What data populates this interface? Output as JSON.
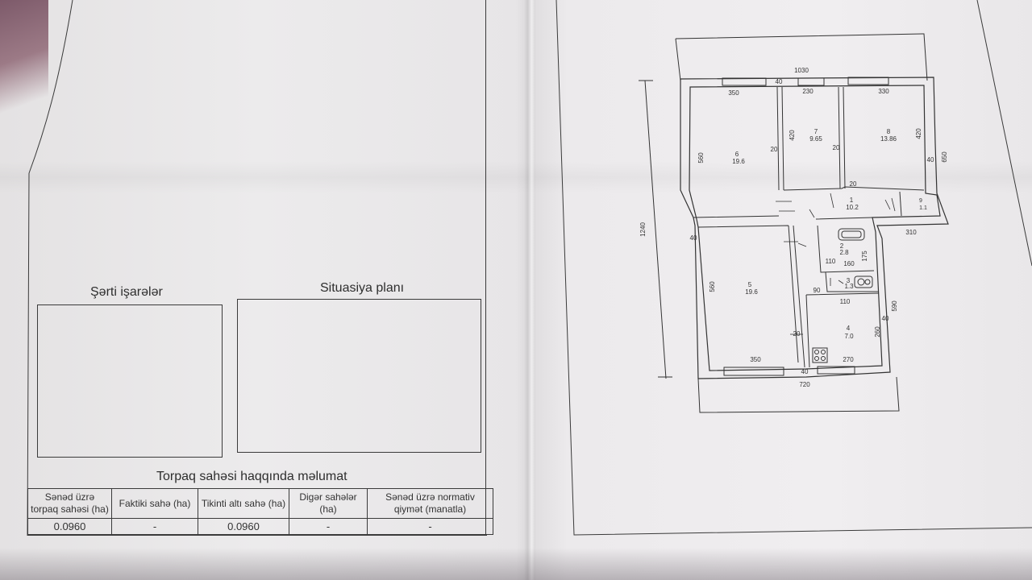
{
  "left_page": {
    "legend_title": "Şərti işarələr",
    "situation_title": "Situasiya planı",
    "land_info_title": "Torpaq sahəsi haqqında məlumat",
    "table": {
      "headers": [
        "Sənəd üzrə torpaq sahəsi (ha)",
        "Faktiki sahə (ha)",
        "Tikinti altı sahə (ha)",
        "Digər sahələr (ha)",
        "Sənəd üzrə normativ qiymət (manatla)"
      ],
      "row": [
        "0.0960",
        "-",
        "0.0960",
        "-",
        "-"
      ]
    }
  },
  "floor_plan": {
    "overall_dimensions": {
      "top_width": "1030",
      "bottom_width": "720",
      "total_height": "1240",
      "right_upper": "650",
      "right_lower": "590"
    },
    "rooms": [
      {
        "number": "6",
        "area": "19.6"
      },
      {
        "number": "7",
        "area": "9.65"
      },
      {
        "number": "8",
        "area": "13.86"
      },
      {
        "number": "1",
        "area": "10.2"
      },
      {
        "number": "9",
        "area": "1.1"
      },
      {
        "number": "2",
        "area": "2.8"
      },
      {
        "number": "3",
        "area": "1.3"
      },
      {
        "number": "5",
        "area": "19.6"
      },
      {
        "number": "4",
        "area": "7.0"
      }
    ],
    "dimension_labels": {
      "d350_top": "350",
      "d40_top": "40",
      "d230": "230",
      "d330": "330",
      "d560_upper": "560",
      "d420_a": "420",
      "d420_b": "420",
      "d20_a": "20",
      "d20_b": "20",
      "d20_c": "20",
      "d40_right": "40",
      "d310": "310",
      "d40_left": "40",
      "d175": "175",
      "d110": "110",
      "d160": "160",
      "d560_lower": "560",
      "d90": "90",
      "d110_b": "110",
      "d260": "260",
      "d40_low": "40",
      "d20_d": "20",
      "d350_bottom": "350",
      "d270": "270",
      "d40_bottom": "40"
    }
  }
}
